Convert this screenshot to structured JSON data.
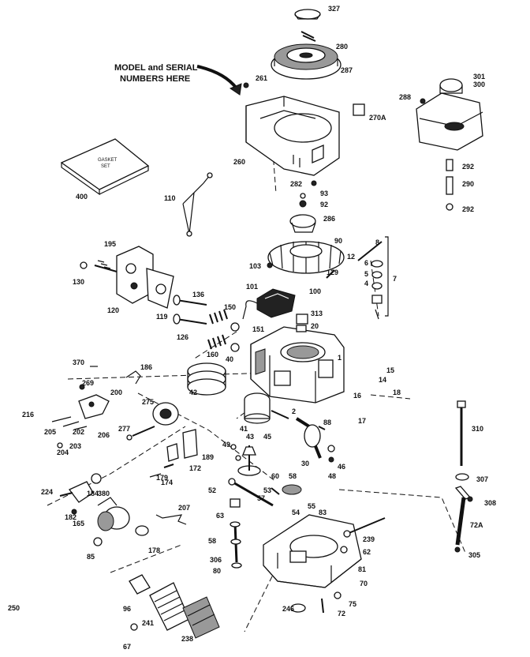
{
  "caption": {
    "line1": "MODEL and SERIAL",
    "line2": "NUMBERS HERE"
  },
  "gasket_set": {
    "line1": "GASKET",
    "line2": "SET"
  },
  "part_labels": [
    "327",
    "280",
    "287",
    "261",
    "301",
    "300",
    "288",
    "270A",
    "260",
    "282",
    "292",
    "290",
    "292",
    "400",
    "110",
    "93",
    "92",
    "286",
    "195",
    "8",
    "12",
    "130",
    "103",
    "90",
    "120",
    "119",
    "129",
    "6",
    "5",
    "4",
    "7",
    "101",
    "100",
    "313",
    "20",
    "136",
    "150",
    "126",
    "151",
    "160",
    "1",
    "370",
    "186",
    "15",
    "14",
    "18",
    "269",
    "200",
    "275",
    "40",
    "42",
    "216",
    "205",
    "202",
    "206",
    "203",
    "204",
    "2",
    "88",
    "41",
    "16",
    "17",
    "277",
    "43",
    "45",
    "310",
    "46",
    "48",
    "189",
    "49",
    "172",
    "30",
    "179",
    "174",
    "60",
    "58",
    "224",
    "307",
    "57",
    "53",
    "308",
    "52",
    "182",
    "184",
    "380",
    "207",
    "55",
    "54",
    "63",
    "165",
    "83",
    "85",
    "178",
    "239",
    "58",
    "62",
    "72A",
    "305",
    "306",
    "80",
    "81",
    "70",
    "96",
    "241",
    "246",
    "75",
    "72",
    "67",
    "238",
    "250"
  ]
}
